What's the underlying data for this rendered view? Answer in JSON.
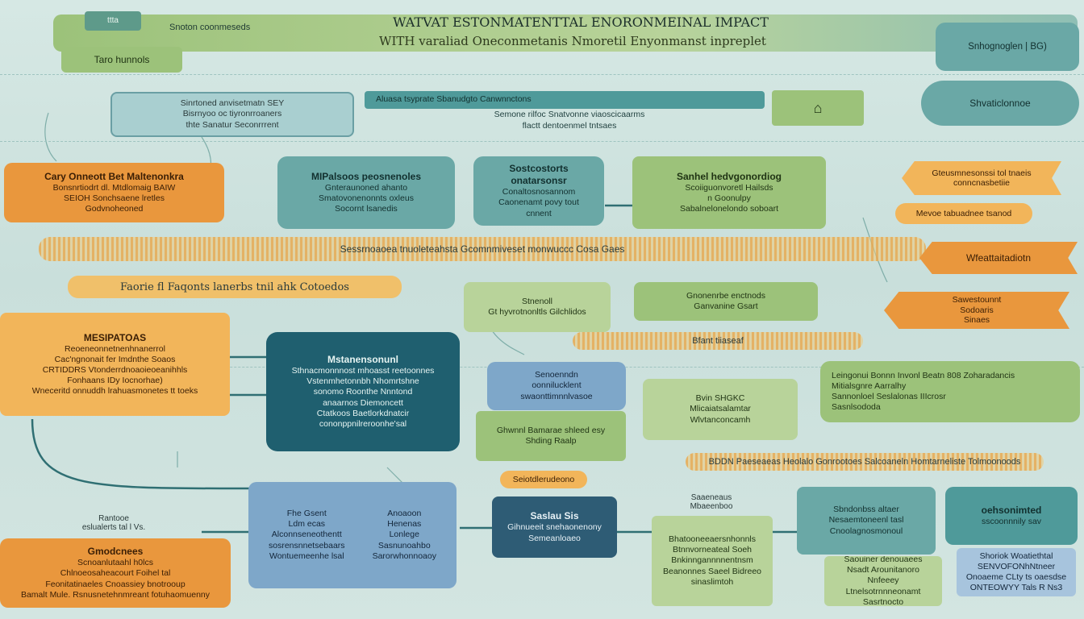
{
  "header": {
    "title": "WATVAT ESTONMATENTTAL ENORONMEINAL IMPACT",
    "subtitle": "WITH varaliad Oneconmetanis Nmoretil Enyonmanst inpreplet",
    "top_left_tab": "ttta",
    "top_left_label": "Snoton coonmeseds",
    "left_pill": "Taro hunnols",
    "right_pill": "Snhognoglen |  BG)",
    "right_badge": "Shvaticlonnoe"
  },
  "row1": {
    "box_left": {
      "line1": "Sinrtoned anvisetmatn SEY",
      "line2": "Bisrnyoo oc tiyronrroaners",
      "line3": "thte Sanatur Seconrrrent"
    },
    "band_mid": {
      "line1": "Aluasa tsyprate   Sbanudgto  Canwnnctons",
      "line2": "Semone rilfoc   Snatvonne viaoscicaarms",
      "line3": "flactt dentoenmel tntsaes"
    },
    "box_right_icon": "field"
  },
  "row2": {
    "orange_left": {
      "title": "Cary Onneott Bet Maltenonkra",
      "line1": "Bonsnrtiodrt dl. Mtdlomaig BAIW",
      "line2": "SEIOH Sonchsaene lretles",
      "line3": "Godvnoheoned"
    },
    "teal_a": {
      "title": "MIPalsoos peosnenoles",
      "line1": "Gnteraunoned ahanto",
      "line2": "Smatovonenonnts oxleus",
      "line3": "Socornt lsanedis"
    },
    "teal_b": {
      "title": "Sostcostorts onatarsonsr",
      "line1": "Conaltosnosannom",
      "line2": "Caonenamt povy tout",
      "line3": "cnnent"
    },
    "green_c": {
      "title": "Sanhel hedvgonordiog",
      "line1": "Scoiiguonvoretl Hailsds",
      "line2": "n Goonulpy",
      "line3": "Sabalnelonelondo soboart"
    },
    "orange_right_1": "Gteusmnesonssi tol tnaeis conncnasbetiie",
    "orange_right_2": "Mevoe tabuadnee tsanod",
    "orange_right_3": "Wfeattaitadiotn"
  },
  "band_long": "Sessrnoaoea tnuoleteahsta  Gcomnmiveset monwuccc Cosa Gaes",
  "band_factors": "Faorie fl Faqonts lanerbs tnil ahk Cotoedos",
  "row3": {
    "green_a": {
      "line1": "Stnenoll",
      "line2": "Gt hyvrotnonltls Gilchlidos"
    },
    "green_b": {
      "line1": "Gnonenrbe enctnods",
      "line2": "Ganvanine Gsart"
    },
    "orange_right": {
      "line1": "Sawestounnt",
      "line2": "Sodoaris",
      "line3": "Sinaes"
    }
  },
  "row4": {
    "orange_big": {
      "title": "MESIPATOAS",
      "line1": "Reoeneonnetnenhnanerrol",
      "line2": "Cac'ngnonait fer Imdnthe Soaos",
      "line3": "CRTIDDRS Vtonderrdnoaoieoeanihhls",
      "line4": "Fonhaans IDy Iocnorhae)",
      "line5": "Wneceritd onnuddh lrahuasmonetes tt toeks"
    },
    "teal_dark": {
      "title": "Mstanensonunl",
      "line1": "Sthnacmonnnost mhoasst reetoonnes",
      "line2": "Vstenmhetonnbh Nhomrtshne",
      "line3": "sonomo Roonthe Nnntond",
      "line4": "anaarnos Diemoncett",
      "line5": "Ctatkoos Baetlorkdnatcir",
      "line6": "cononppnilreroonhe'sal"
    },
    "blue_a": {
      "line1": "Senoenndn",
      "line2": "oonnilucklent",
      "line3": "swaonttimnnlvasoe"
    },
    "green_a": {
      "line1": "Ghwnnl Bamarae shleed esy",
      "line2": "Shding Raalp"
    },
    "green_b": {
      "line1": "Bvin  SHGKC",
      "line2": "Mlicaiatsalamtar",
      "line3": "Wlvtanconcamh"
    },
    "band_right": "Bfant tiiaseaf",
    "green_right": {
      "line1": "Leingonui Bonnn   Invonl   Beatn 808   Zoharadancis",
      "line2": "Mitialsgnre   Aarralhy",
      "line3": "Sannonloel   Seslalonas IIIcrosr",
      "line4": "Sasnlsododa"
    }
  },
  "band_bottom": "BDDN Paeseaeas  Heolalo Gonrootoes Salcoaneln Homtarneliste Tolmoonoods",
  "band_bottom_left": "Seiotdlerudeono",
  "row5": {
    "orange_left": {
      "title": "Gmodcnees",
      "line1": "Scnoanlutaahl h0lcs",
      "line2": "Chlnoeosaheacourt  Foihel tal",
      "line3": "Feonitatinaeles Cnoassiey bnotrooup",
      "line4": "Bamalt Mule. Rsnusnetehnmreant fotuhaomuenny"
    },
    "left_label": {
      "line1": "Rantooe",
      "line2": "eslualerts tal  l Vs."
    },
    "blue_main": {
      "c1_line1": "Fhe Gsent",
      "c1_line2": "Ldm ecas",
      "c1_line3": "Alconnseneothentt",
      "c1_line4": "sosrensnnetsebaars",
      "c1_line5": "Wontuemeenhe lsal",
      "c2_line1": "Anoaoon",
      "c2_line2": "Henenas",
      "c2_line3": "Lonlege",
      "c2_line4": "Sasnunoahbo",
      "c2_line5": "Sarorwhonnoaoy"
    },
    "blue_dark": {
      "line1": "Saslau Sis",
      "line2": "Gihnueeit snehaonenony",
      "line3": "Semeanloaeo"
    },
    "green_mid": {
      "top1": "Saaeneaus",
      "top2": "Mbaeenboo",
      "line1": "Bhatooneeaersnhonnls",
      "line2": "Btnnvorneateal Soeh",
      "line3": "Bnkinngannnnentnsm",
      "line4": "Beanonnes Saeel Bidreeo",
      "line5": "sinaslimtoh"
    },
    "teal_a": {
      "line1": "Sbndonbss altaer",
      "line2": "Nesaemtoneenl tasl",
      "line3": "Cnoolagnosmonoul"
    },
    "green_b": {
      "line1": "Saouiner denouaees",
      "line2": "Nsadt Arounitanoro Nnfeeey",
      "line3": "Ltnelsotrnnneonamt",
      "line4": "Sasrtnocto"
    },
    "teal_right": {
      "line1": "oehsonimted",
      "line2": "sscoonnnily sav"
    },
    "blue_right": {
      "line1": "Shoriok Woatiethtal",
      "line2": "SENVOFONhNtneer",
      "line3": "Onoaeme  CLty  ts oaesdse",
      "line4": "ONTEOWYY Tals R Ns3"
    }
  },
  "colors": {
    "background": "#cfe3df",
    "teal": "#4f9a9a",
    "teal_dark": "#1f5f6f",
    "green": "#9cc27a",
    "orange": "#e9973d",
    "blue": "#7ea7c9"
  }
}
